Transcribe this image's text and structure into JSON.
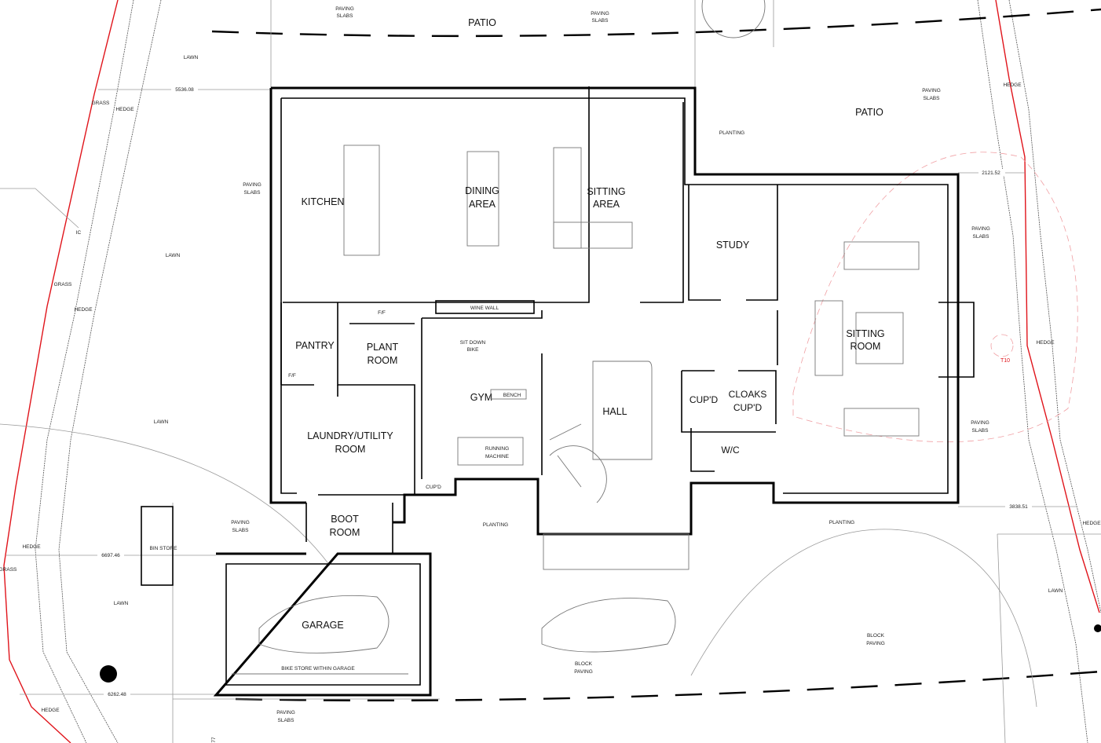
{
  "drawing": {
    "rooms": {
      "kitchen": "KITCHEN",
      "dining_1": "DINING",
      "dining_2": "AREA",
      "sitting_1": "SITTING",
      "sitting_2": "AREA",
      "study": "STUDY",
      "sitting_room_1": "SITTING",
      "sitting_room_2": "ROOM",
      "pantry": "PANTRY",
      "plant_1": "PLANT",
      "plant_2": "ROOM",
      "gym": "GYM",
      "hall": "HALL",
      "cupd": "CUP'D",
      "cloaks_1": "CLOAKS",
      "cloaks_2": "CUP'D",
      "wc": "W/C",
      "laundry_1": "LAUNDRY/UTILITY",
      "laundry_2": "ROOM",
      "boot_1": "BOOT",
      "boot_2": "ROOM",
      "garage": "GARAGE",
      "patio_top": "PATIO",
      "patio_right": "PATIO"
    },
    "fixtures": {
      "wine_wall": "WINE WALL",
      "ff_1": "F/F",
      "ff_2": "F/F",
      "sit_down_bike_1": "SIT DOWN",
      "sit_down_bike_2": "BIKE",
      "bench": "BENCH",
      "running_1": "RUNNING",
      "running_2": "MACHINE",
      "gym_cupd": "CUP'D",
      "bin_store": "BIN STORE",
      "bike_store": "BIKE STORE WITHIN GARAGE"
    },
    "site": {
      "paving": "PAVING",
      "slabs": "SLABS",
      "lawn": "LAWN",
      "grass": "GRASS",
      "hedge": "HEDGE",
      "planting": "PLANTING",
      "block": "BLOCK",
      "ic": "IC",
      "tree_tag": "T10"
    },
    "dimensions": {
      "d1": "5536.08",
      "d2": "2121.52",
      "d3": "3838.51",
      "d4": "6697.46",
      "d5": "6262.48",
      "d6": "77"
    }
  }
}
